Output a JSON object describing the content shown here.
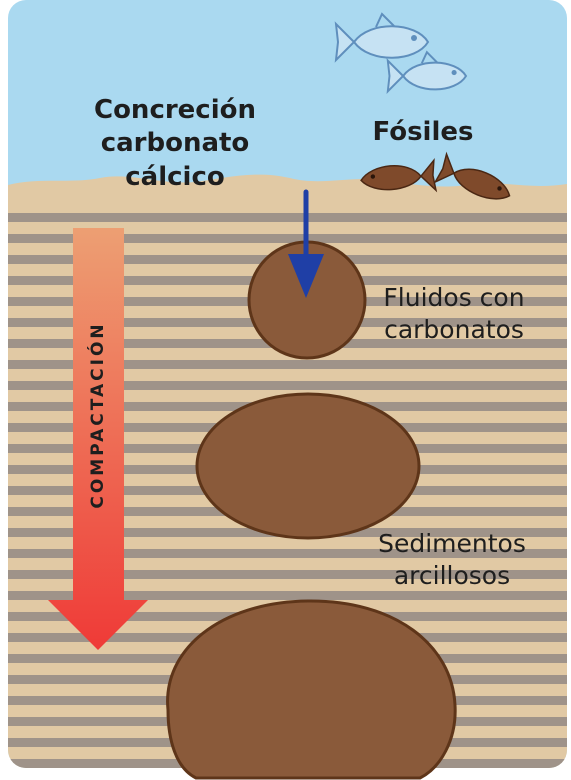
{
  "labels": {
    "concrecion": "Concreción carbonato cálcico",
    "fosiles": "Fósiles",
    "fluidos": "Fluidos con carbonatos",
    "sedimentos": "Sedimentos arcillosos",
    "compactacion": "COMPACTACIÓN"
  },
  "colors": {
    "water": "#aad9f0",
    "sediment_light": "#e1c9a4",
    "sediment_stripe": "#9f9389",
    "concretion_fill": "#8a5a3a",
    "concretion_outline": "#5e3519",
    "fluid_arrow": "#1f3fa6",
    "compaction_arrow_top": "#ed9f73",
    "compaction_arrow_bottom": "#ef3a37"
  },
  "icons": {
    "swimming_fish": "fish-icon",
    "fossil_fish": "fossil-fish-icon"
  }
}
